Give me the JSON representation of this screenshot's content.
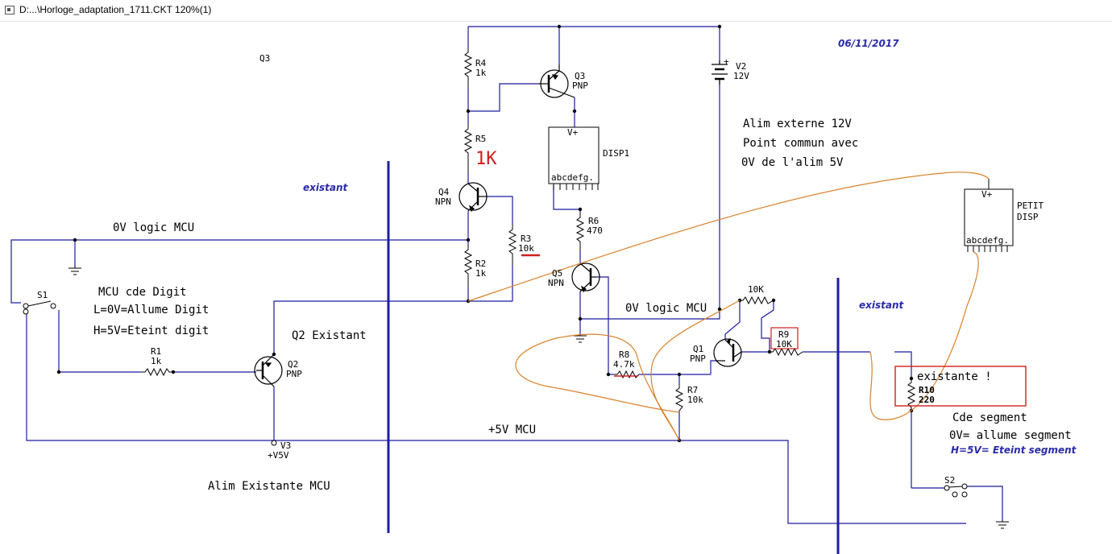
{
  "window": {
    "title": "D:...\\Horloge_adaptation_1711.CKT 120%(1)"
  },
  "colors": {
    "wire": "#1a1aa0",
    "component": "#000000",
    "annotation_blue": "#2b2ba8",
    "border_line": "#1f1f9e",
    "highlight_red": "#d21e1e",
    "overlay_orange": "#d9822b"
  },
  "labels": {
    "date": "06/11/2017",
    "q3_floating": "Q3",
    "existant_left": "existant",
    "existant_right": "existant",
    "zero_v_logic_left": "0V logic MCU",
    "zero_v_logic_mid": "0V logic MCU",
    "plus5v_mcu": "+5V MCU",
    "mcu_cde_digit": "MCU cde Digit",
    "l_allume": "L=0V=Allume Digit",
    "h_eteint": "H=5V=Eteint digit",
    "q2_existant": "Q2 Existant",
    "alim_existante": "Alim Existante MCU",
    "alim_externe_1": "Alim externe 12V",
    "alim_externe_2": "Point commun avec",
    "alim_externe_3": "0V de l'alim 5V",
    "existante_box": "existante !",
    "cde_segment": "Cde segment",
    "zero_v_allume": "0V= allume segment",
    "h_eteint_segment": "H=5V= Eteint segment"
  },
  "components": {
    "r4": {
      "ref": "R4",
      "value": "1k"
    },
    "r5": {
      "ref": "R5",
      "value": "1K"
    },
    "r2": {
      "ref": "R2",
      "value": "1k"
    },
    "r3": {
      "ref": "R3",
      "value": "10k"
    },
    "r6": {
      "ref": "R6",
      "value": "470"
    },
    "r1": {
      "ref": "R1",
      "value": "1k"
    },
    "r8": {
      "ref": "R8",
      "value": "4.7k"
    },
    "r7": {
      "ref": "R7",
      "value": "10k"
    },
    "r9": {
      "ref": "R9",
      "value": "10K"
    },
    "r10": {
      "ref": "R10",
      "value": "220"
    },
    "r10k_top": {
      "value": "10K"
    },
    "q3": {
      "ref": "Q3",
      "type": "PNP"
    },
    "q4": {
      "ref": "Q4",
      "type": "NPN"
    },
    "q5": {
      "ref": "Q5",
      "type": "NPN"
    },
    "q2": {
      "ref": "Q2",
      "type": "PNP"
    },
    "q1": {
      "ref": "Q1",
      "type": "PNP"
    },
    "v2": {
      "ref": "V2",
      "value": "12V",
      "plus": "+"
    },
    "v3": {
      "ref": "V3",
      "value": "+V5V"
    },
    "s1": {
      "ref": "S1"
    },
    "s2": {
      "ref": "S2"
    },
    "disp1": {
      "ref": "DISP1",
      "vplus": "V+",
      "pins": "abcdefg."
    },
    "petit_disp": {
      "ref1": "PETIT",
      "ref2": "DISP",
      "vplus": "V+",
      "pins": "abcdefg."
    }
  }
}
